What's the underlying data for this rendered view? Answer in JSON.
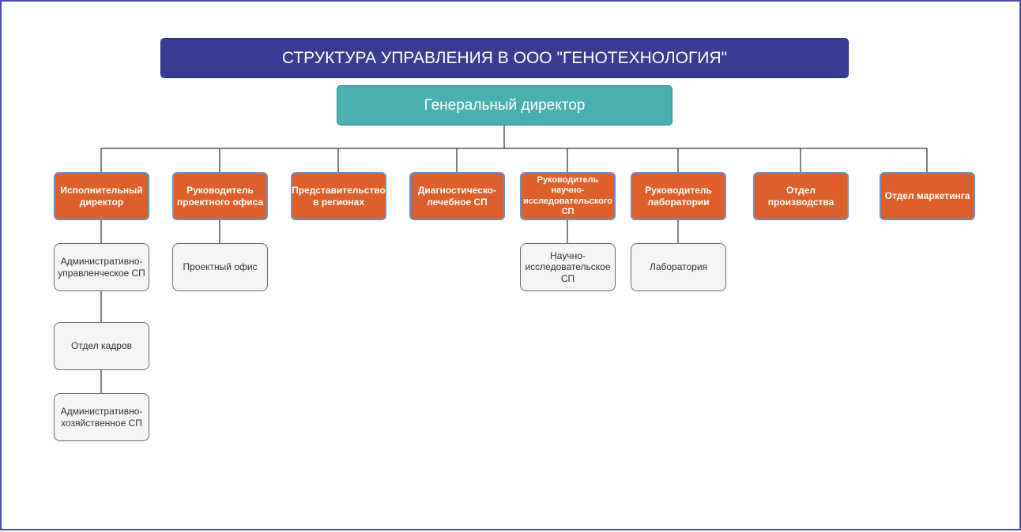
{
  "title": "СТРУКТУРА УПРАВЛЕНИЯ В ООО \"ГЕНОТЕХНОЛОГИЯ\"",
  "general_director": "Генеральный директор",
  "departments": [
    "Исполнительный директор",
    "Руководитель проектного офиса",
    "Представительство в регионах",
    "Диагностическо-лечебное СП",
    "Руководитель научно-исследовательского СП",
    "Руководитель лаборатории",
    "Отдел производства",
    "Отдел маркетинга"
  ],
  "sub_units": [
    "Административно-управленческое СП",
    "Отдел кадров",
    "Административно-хозяйственное СП",
    "Проектный офис",
    "Научно-исследовательское СП",
    "Лаборатория"
  ],
  "colors": {
    "title_bg": "#3a3c93",
    "director_bg": "#4aafaf",
    "department_bg": "#dd5f2b",
    "unit_bg": "#f5f5f5",
    "frame": "#4b4bb0"
  }
}
